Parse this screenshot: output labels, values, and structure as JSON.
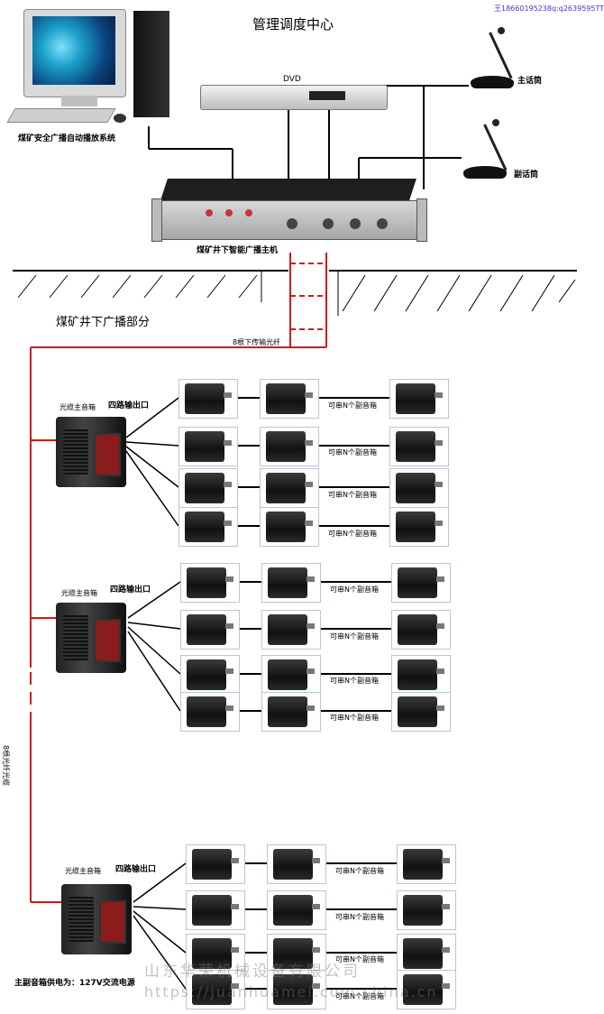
{
  "header": {
    "title": "管理调度中心",
    "watermark_top": "王18660195238q:q2639595TT"
  },
  "control_room": {
    "computer_label": "煤矿安全广播自动播放系统",
    "dvd_label": "DVD",
    "mic_main_label": "主话筒",
    "mic_sub_label": "副话筒",
    "host_label": "煤矿井下智能广播主机"
  },
  "underground": {
    "zone_label": "煤矿井下广播部分",
    "fiber_top_label": "8根下传输光纤",
    "fiber_side_label": "8根光纤光缆",
    "groups": [
      {
        "main_label": "光缆主音箱",
        "outputs_label": "四路输出口",
        "chain_labels": [
          "可串N个副音箱",
          "可串N个副音箱",
          "可串N个副音箱",
          "可串N个副音箱"
        ]
      },
      {
        "main_label": "光缆主音箱",
        "outputs_label": "四路输出口",
        "chain_labels": [
          "可串N个副音箱",
          "可串N个副音箱",
          "可串N个副音箱",
          "可串N个副音箱"
        ]
      },
      {
        "main_label": "光缆主音箱",
        "outputs_label": "四路输出口",
        "chain_labels": [
          "可串N个副音箱",
          "可串N个副音箱",
          "可串N个副音箱",
          "可串N个副音箱"
        ]
      }
    ],
    "power_note": "主副音箱供电为：127V交流电源"
  },
  "watermark_bottom": {
    "line1": "山东华荣机械设备有限公司",
    "line2": "https://juanhuamei.com.china.cn"
  },
  "colors": {
    "fiber": "#d11a1a",
    "wire": "#000000"
  }
}
